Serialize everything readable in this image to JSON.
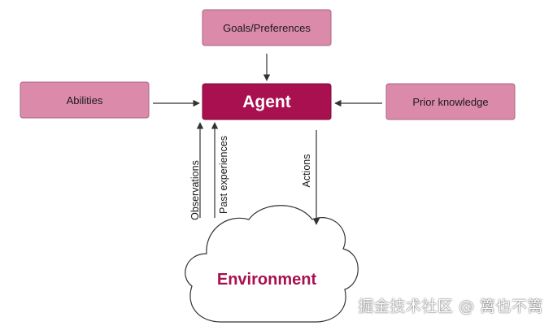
{
  "colors": {
    "node_fill": "#dc8aaa",
    "node_stroke": "#a86580",
    "agent_fill": "#a8104f",
    "agent_stroke": "#7d0a3a",
    "environment_text": "#a8104f",
    "arrow": "#333333"
  },
  "nodes": {
    "goals": "Goals/Preferences",
    "abilities": "Abilities",
    "agent": "Agent",
    "prior_knowledge": "Prior knowledge",
    "environment": "Environment"
  },
  "edges": {
    "observations": "Observations",
    "past_experiences": "Past experiences",
    "actions": "Actions"
  },
  "watermark": "掘金技术社区 @ 篱也不篱"
}
